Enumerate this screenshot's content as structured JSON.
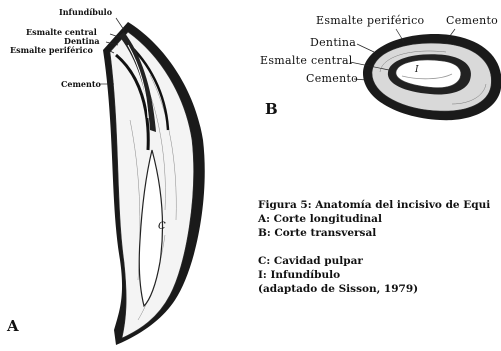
{
  "panel_a": {
    "letter": "A",
    "labels": {
      "infundibulo": "Infundíbulo",
      "esmalte_central": "Esmalte central",
      "dentina": "Dentina",
      "esmalte_periferico": "Esmalte periférico",
      "cemento": "Cemento",
      "pulp": "C"
    }
  },
  "panel_b": {
    "letter": "B",
    "labels": {
      "esmalte_periferico": "Esmalte periférico",
      "cemento_top": "Cemento",
      "dentina": "Dentina",
      "esmalte_central": "Esmalte central",
      "cemento_left": "Cemento",
      "infundibulo": "I"
    }
  },
  "caption": {
    "title": "Figura 5: Anatomía del incisivo de Equi",
    "line_a": "A: Corte longitudinal",
    "line_b": "B: Corte transversal",
    "line_c": "C: Cavidad pulpar",
    "line_i": "I: Infundíbulo",
    "source": "(adaptado de Sisson, 1979)"
  }
}
